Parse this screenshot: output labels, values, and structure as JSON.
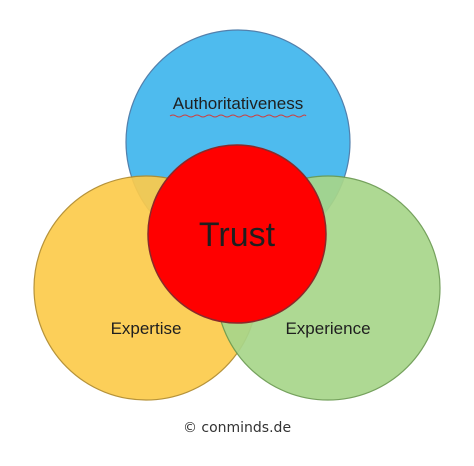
{
  "diagram": {
    "center": {
      "label": "Trust",
      "color": "#ff0000"
    },
    "circles": [
      {
        "label": "Authoritativeness",
        "color": "#45b8ee"
      },
      {
        "label": "Expertise",
        "color": "#fccb4c"
      },
      {
        "label": "Experience",
        "color": "#a8d68a"
      }
    ],
    "spellcheck_underline_color": "#d13b3b",
    "copyright": "© conminds.de"
  }
}
